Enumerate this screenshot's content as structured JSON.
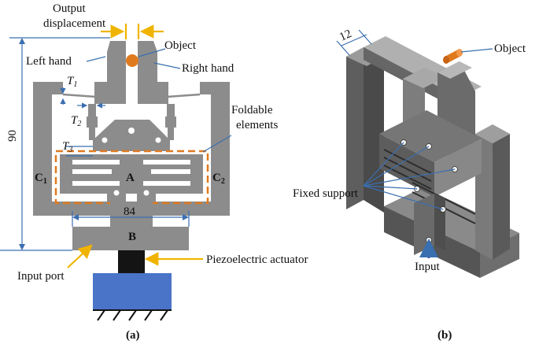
{
  "figure_a": {
    "caption": "(a)",
    "labels": {
      "output_displacement_1": "Output",
      "output_displacement_2": "displacement",
      "object": "Object",
      "left_hand": "Left hand",
      "right_hand": "Right hand",
      "t1": "T",
      "t1_sub": "1",
      "t2": "T",
      "t2_sub": "2",
      "t3": "T",
      "t3_sub": "3",
      "foldable_1": "Foldable",
      "foldable_2": "elements",
      "c1": "C",
      "c1_sub": "1",
      "c2": "C",
      "c2_sub": "2",
      "a": "A",
      "b": "B",
      "dim_84": "84",
      "dim_90": "90",
      "input_port": "Input port",
      "piezo": "Piezoelectric actuator"
    }
  },
  "figure_b": {
    "caption": "(b)",
    "labels": {
      "dim_12": "12",
      "object": "Object",
      "fixed_support": "Fixed support",
      "input": "Input"
    }
  },
  "colors": {
    "mechanism_gray": "#8c8c8c",
    "leader_blue": "#3a6fb0",
    "highlight_orange": "#e07a1f",
    "arrow_yellow": "#f0b400",
    "base_blue": "#4a74c8",
    "actuator_black": "#141414"
  }
}
